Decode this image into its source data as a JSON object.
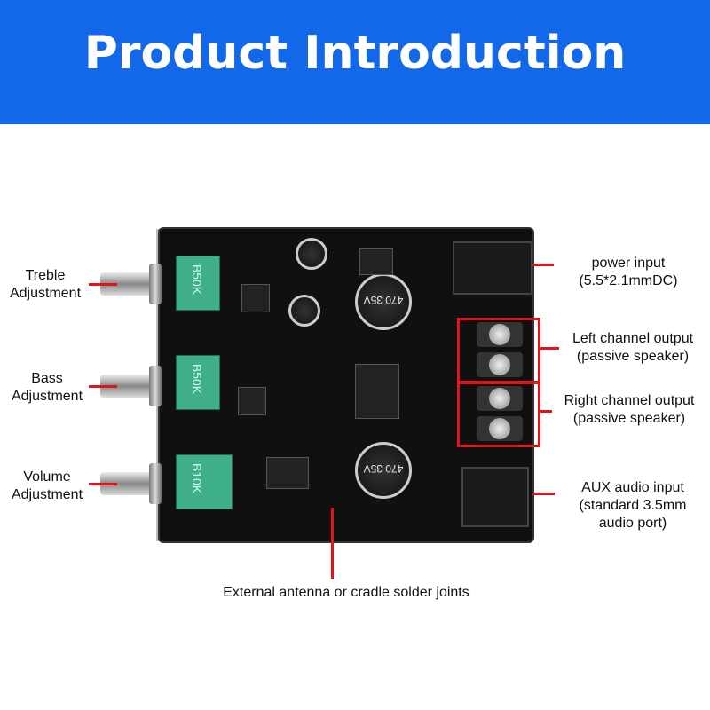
{
  "header": {
    "title": "Product Introduction"
  },
  "colors": {
    "banner": "#1268e8",
    "callout": "#e0141c"
  },
  "callouts": {
    "treble": [
      "Treble",
      "Adjustment"
    ],
    "bass": [
      "Bass",
      "Adjustment"
    ],
    "volume": [
      "Volume",
      "Adjustment"
    ],
    "power": [
      "power input",
      "(5.5*2.1mmDC)"
    ],
    "left": [
      "Left channel output",
      "(passive speaker)"
    ],
    "right": [
      "Right channel output",
      "(passive speaker)"
    ],
    "aux": [
      "AUX audio input",
      "(standard 3.5mm",
      "audio port)"
    ],
    "antenna": "External antenna or cradle solder joints"
  },
  "board": {
    "pot_treble": "B50K",
    "pot_bass": "B50K",
    "pot_volume": "B10K",
    "cap_label": "470 35V"
  }
}
